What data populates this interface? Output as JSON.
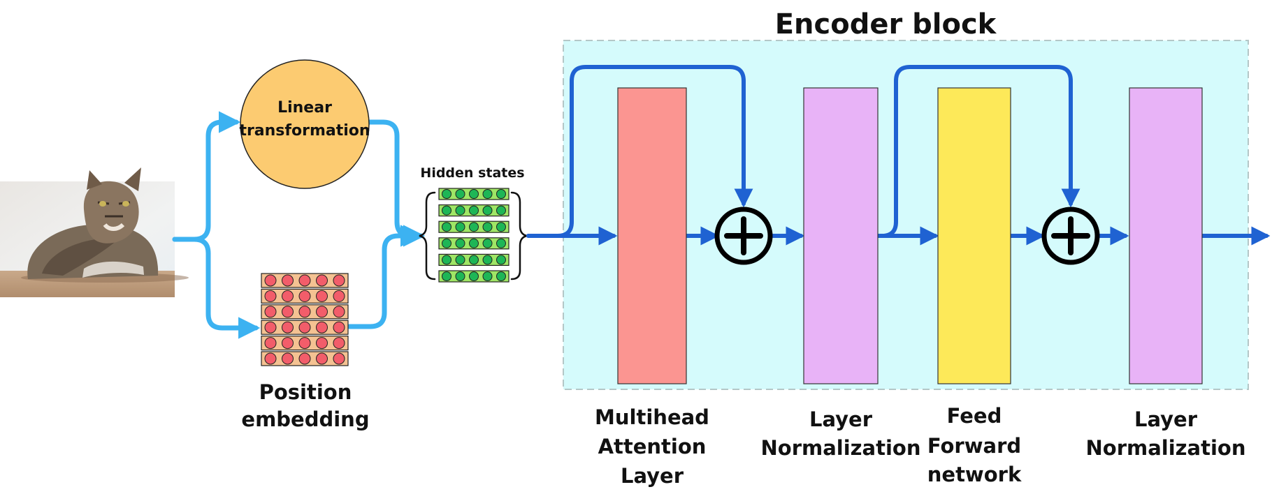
{
  "title": "Encoder block",
  "linear_transformation": {
    "line1": "Linear",
    "line2": "transformation"
  },
  "position_embedding": {
    "line1": "Position",
    "line2": "embedding"
  },
  "hidden_states": "Hidden states",
  "layers": {
    "attention": {
      "line1": "Multihead",
      "line2": "Attention",
      "line3": "Layer"
    },
    "norm1": {
      "line1": "Layer",
      "line2": "Normalization"
    },
    "ffn": {
      "line1": "Feed",
      "line2": "Forward",
      "line3": "network"
    },
    "norm2": {
      "line1": "Layer",
      "line2": "Normalization"
    }
  },
  "colors": {
    "encoder_bg": "#d5fbfc",
    "encoder_border": "#b4c7c7",
    "attention": "#fb9591",
    "norm": "#e8b3f7",
    "ffn": "#fde959",
    "linear": "#fccb71",
    "embedding_cell": "#f4c292",
    "embedding_dot": "#f25d6a",
    "hidden_cell": "#9fe665",
    "hidden_dot": "#1eb656",
    "arrow_light": "#3cb2f1",
    "arrow_dark": "#1f62d2"
  },
  "icons": {
    "input_image": "cat-photo",
    "add": "plus-circle-icon"
  }
}
